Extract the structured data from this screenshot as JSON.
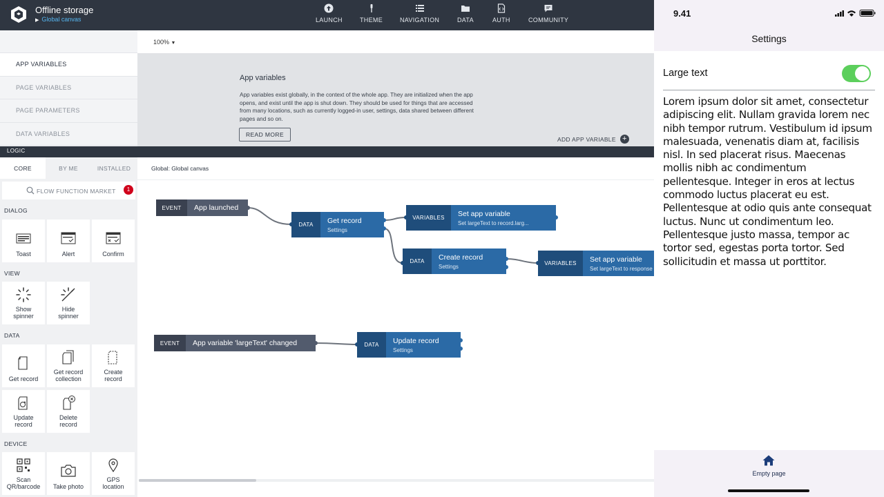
{
  "app": {
    "title": "Offline storage",
    "subtitle": "Global canvas"
  },
  "topnav": [
    {
      "label": "LAUNCH",
      "icon": "launch-icon"
    },
    {
      "label": "THEME",
      "icon": "theme-icon"
    },
    {
      "label": "NAVIGATION",
      "icon": "navigation-icon"
    },
    {
      "label": "DATA",
      "icon": "folder-icon"
    },
    {
      "label": "AUTH",
      "icon": "auth-icon"
    },
    {
      "label": "COMMUNITY",
      "icon": "chat-icon"
    }
  ],
  "variables": {
    "zoom": "100%",
    "tabs": [
      "APP VARIABLES",
      "PAGE VARIABLES",
      "PAGE PARAMETERS",
      "DATA VARIABLES"
    ],
    "active_tab": "APP VARIABLES",
    "heading": "App variables",
    "description": "App variables exist globally, in the context of the whole app. They are initialized when the app opens, and exist until the app is shut down. They should be used for things that are accessed from many locations, such as currently logged-in user, settings, data shared between different pages and so on.",
    "read_more": "READ MORE",
    "add_variable": "ADD APP VARIABLE"
  },
  "logic_label": "LOGIC",
  "palette": {
    "tabs": [
      "CORE",
      "BY ME",
      "INSTALLED"
    ],
    "active_tab": "CORE",
    "search": "FLOW FUNCTION MARKET",
    "badge": "1",
    "sections": {
      "dialog": "DIALOG",
      "view": "VIEW",
      "data": "DATA",
      "device": "DEVICE"
    },
    "tiles": {
      "toast": "Toast",
      "alert": "Alert",
      "confirm": "Confirm",
      "show_spinner": [
        "Show",
        "spinner"
      ],
      "hide_spinner": [
        "Hide",
        "spinner"
      ],
      "get_record": "Get record",
      "get_record_collection": [
        "Get record",
        "collection"
      ],
      "create_record": [
        "Create",
        "record"
      ],
      "update_record": [
        "Update",
        "record"
      ],
      "delete_record": [
        "Delete",
        "record"
      ],
      "scan": [
        "Scan",
        "QR/barcode"
      ],
      "take_photo": "Take photo",
      "gps": [
        "GPS",
        "location"
      ]
    }
  },
  "canvas": {
    "title": "Global: Global canvas",
    "nodes": {
      "event1": {
        "tag": "EVENT",
        "title": "App launched"
      },
      "get_record": {
        "tag": "DATA",
        "title": "Get record",
        "sub": "Settings"
      },
      "set_var1": {
        "tag": "VARIABLES",
        "title": "Set app variable",
        "sub": "Set largeText to record.larg..."
      },
      "create_record": {
        "tag": "DATA",
        "title": "Create record",
        "sub": "Settings"
      },
      "set_var2": {
        "tag": "VARIABLES",
        "title": "Set app variable",
        "sub": "Set largeText to response"
      },
      "event2": {
        "tag": "EVENT",
        "title": "App variable 'largeText' changed"
      },
      "update_record": {
        "tag": "DATA",
        "title": "Update record",
        "sub": "Settings"
      }
    }
  },
  "phone": {
    "time": "9.41",
    "title": "Settings",
    "setting_label": "Large text",
    "toggle_on": true,
    "body": "Lorem ipsum dolor sit amet, consectetur adipiscing elit. Nullam gravida lorem nec nibh tempor rutrum. Vestibulum id ipsum malesuada, venenatis diam at, facilisis nisl. In sed placerat risus. Maecenas mollis nibh ac condimentum pellentesque. Integer in eros at lectus commodo luctus placerat eu est. Pellentesque at odio quis ante consequat luctus. Nunc ut condimentum leo. Pellentesque justo massa, tempor ac tortor sed, egestas porta tortor. Sed sollicitudin et massa ut porttitor.",
    "tab_label": "Empty page"
  },
  "colors": {
    "topbar": "#2f3641",
    "accent_blue": "#2b6aa6",
    "toggle_green": "#5ccf5c",
    "badge_red": "#d0021b"
  }
}
